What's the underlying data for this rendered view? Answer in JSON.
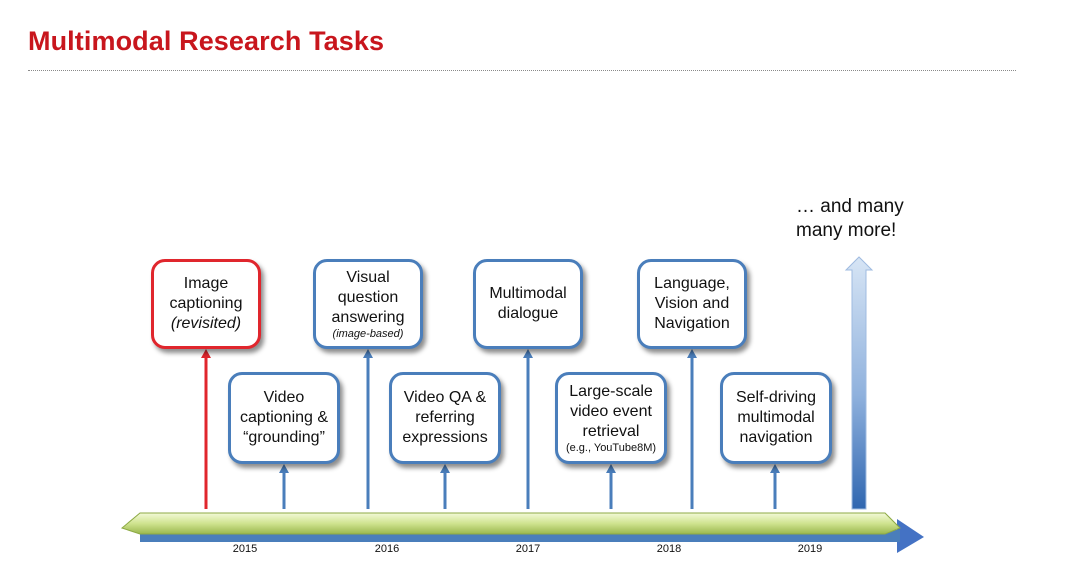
{
  "title": "Multimodal Research Tasks",
  "colors": {
    "title": "#c8161d",
    "box_border": "#4a7ebb",
    "highlight_border": "#e0262d",
    "arrow": "#4a7ebb",
    "timeline_green": "#c9e08a",
    "timeline_arrow": "#4472c4"
  },
  "boxes": [
    {
      "id": "image-captioning",
      "highlight": true,
      "lines": [
        "Image",
        "captioning"
      ],
      "note": "(revisited)",
      "note_style": "italic"
    },
    {
      "id": "video-captioning",
      "highlight": false,
      "lines": [
        "Video",
        "captioning &",
        "“grounding”"
      ]
    },
    {
      "id": "vqa",
      "highlight": false,
      "lines": [
        "Visual",
        "question",
        "answering"
      ],
      "note": "(image-based)",
      "note_style": "small-italic"
    },
    {
      "id": "video-qa",
      "highlight": false,
      "lines": [
        "Video QA &",
        "referring",
        "expressions"
      ]
    },
    {
      "id": "multimodal-dialogue",
      "highlight": false,
      "lines": [
        "Multimodal",
        "dialogue"
      ]
    },
    {
      "id": "video-retrieval",
      "highlight": false,
      "lines": [
        "Large-scale",
        "video event",
        "retrieval"
      ],
      "note": "(e.g., YouTube8M)",
      "note_style": "small"
    },
    {
      "id": "language-vision-navigation",
      "highlight": false,
      "lines": [
        "Language,",
        "Vision and",
        "Navigation"
      ]
    },
    {
      "id": "self-driving",
      "highlight": false,
      "lines": [
        "Self-driving",
        "multimodal",
        "navigation"
      ]
    }
  ],
  "more": {
    "lines": [
      "… and many",
      "many more!"
    ]
  },
  "years": [
    "2015",
    "2016",
    "2017",
    "2018",
    "2019"
  ]
}
